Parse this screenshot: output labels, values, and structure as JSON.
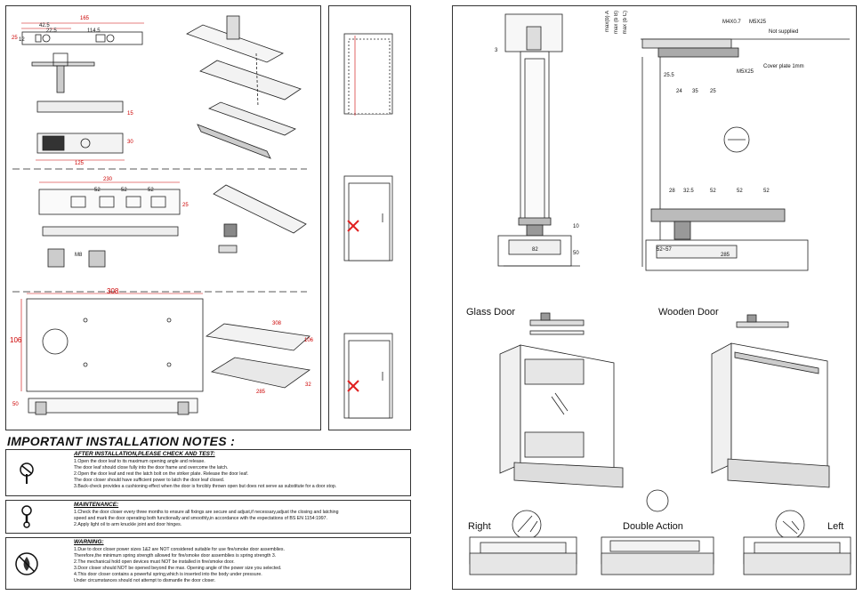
{
  "left_panel": {
    "top_dims": {
      "overall": "165",
      "a": "42.5",
      "b": "22.5",
      "c": "114.5",
      "h1": "25",
      "h2": "12",
      "w": "125",
      "t": "15",
      "s": "30"
    },
    "mid_dims": {
      "overall": "230",
      "a": "52",
      "b": "52",
      "c": "52",
      "h": "25",
      "k": "M8"
    },
    "bottom_dims": {
      "overall": "308",
      "h": "106",
      "side": "50",
      "box_w": "308",
      "box_h": "106",
      "box2_w": "285",
      "box2_h": "32"
    }
  },
  "title": "IMPORTANT INSTALLATION NOTES :",
  "notes": [
    {
      "heading": "AFTER INSTALLATION,PLEASE CHECK AND TEST:",
      "lines": [
        "1.Open the door leaf to its maximum opening angle and release.",
        "  The door leaf should close fully into the door frame and overcome the latch.",
        "2.Open the door leaf  and rest the latch bolt on the striker plate.  Release the door leaf.",
        "  The door closer should have sufficient power to latch the door leaf closed.",
        "3.Back-check provides a cushioning effect when the door is forcibly thrown open but does not serve as substitute for a door stop."
      ],
      "icon": "wrench-screwdriver-icon"
    },
    {
      "heading": "MAINTENANCE:",
      "lines": [
        "1.Check the door closer every three months to ensure all fixings are secure and adjust,if necessary,adjust the closing and latching",
        "  speed and mark the door operating both functionally and smoothly,in accordance with the expectations of BS EN 1154:1997.",
        "2.Apply light oil to arm knuckle joint and door hinges."
      ],
      "icon": "spanner-icon"
    },
    {
      "heading": "WARNING:",
      "lines": [
        "1.Due to door closer power sizes 1&2 are NOT considered suitable for use fire/smoke door assemblies.",
        "  Therefore,the minimum spring strength allowed for fire/smoke door assemblies is spring strength 3.",
        "2.The mechanical hold open devices must NOT be installed in fire/smoke door.",
        "3.Door closer should NOT be opened beyond the max.  Opening angle of the power size you selected.",
        "4.This door closer contains a powerful spring,which is inserted into the body under pressure.",
        "  Under circumstances should not attempt to dismantle the door closer."
      ],
      "icon": "fire-warning-icon"
    }
  ],
  "right_panel": {
    "top_labels": {
      "m4": "M4X0.7",
      "m5a": "M5X25",
      "m5b": "M5X25",
      "not_supplied": "Not supplied",
      "cover": "Cover plate 1mm",
      "max_a": "max(b) A",
      "max_b": "max (b B)",
      "max_c": "max (b C)"
    },
    "top_dims": {
      "d3": "3",
      "d10": "10",
      "d82": "82",
      "d50": "50",
      "d25_5": "25.5",
      "d24": "24",
      "d35": "35",
      "d25": "25",
      "d28": "28",
      "d32_5": "32.5",
      "d52a": "52",
      "d52b": "52",
      "d52c": "52",
      "d52_57": "52~57",
      "d285": "285"
    },
    "glass_door": "Glass Door",
    "wooden_door": "Wooden Door",
    "right": "Right",
    "double_action": "Double Action",
    "left": "Left"
  }
}
